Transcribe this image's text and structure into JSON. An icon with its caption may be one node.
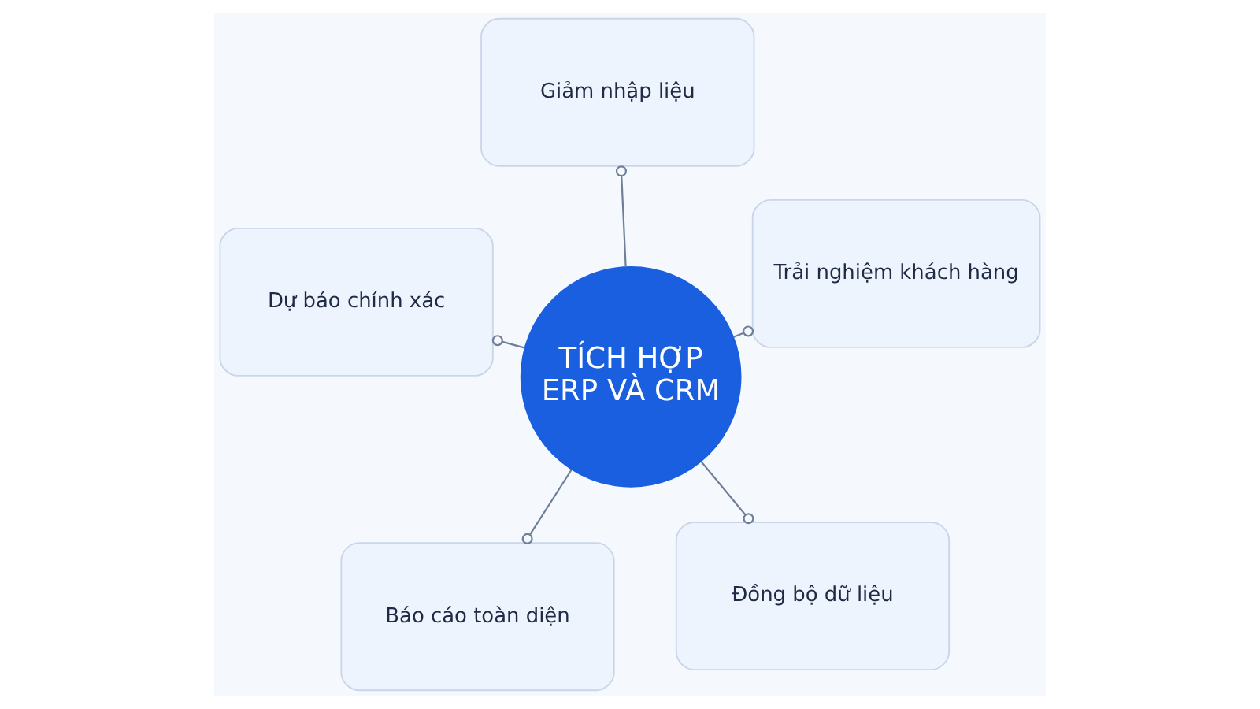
{
  "diagram": {
    "nodes": [
      {
        "text": [
          "TÍCH HỢP ERP VÀ CRM"
        ]
      },
      {
        "text": [
          "Đồng bộ dữ liệu"
        ]
      },
      {
        "text": [
          "Báo cáo toàn diện"
        ]
      },
      {
        "text": [
          "Dự báo chính xác"
        ]
      },
      {
        "text": [
          "Trải nghiệm khách hàng"
        ]
      },
      {
        "text": [
          "Giảm nhập liệu"
        ]
      }
    ],
    "edges": [
      {
        "from": 0,
        "to": 1,
        "arrow": "other"
      },
      {
        "from": 0,
        "to": 2,
        "arrow": "other"
      },
      {
        "from": 0,
        "to": 3,
        "arrow": "other"
      },
      {
        "from": 0,
        "to": 4,
        "arrow": "other"
      },
      {
        "from": 0,
        "to": 5,
        "arrow": "other"
      }
    ]
  }
}
